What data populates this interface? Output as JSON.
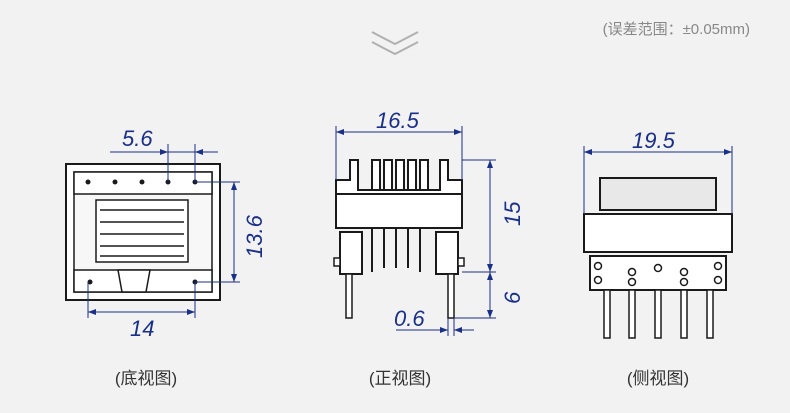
{
  "tolerance_note": "(误差范围：±0.05mm)",
  "views": {
    "bottom": {
      "caption": "(底视图)",
      "dim_width": "5.6",
      "dim_height": "13.6",
      "dim_bottom": "14"
    },
    "front": {
      "caption": "(正视图)",
      "dim_width": "16.5",
      "dim_height": "15",
      "dim_pin_length": "6",
      "dim_pin_width": "0.6"
    },
    "side": {
      "caption": "(侧视图)",
      "dim_width": "19.5"
    }
  },
  "colors": {
    "dimension": "#1a2f8a",
    "outline": "#1a1a1a",
    "fill": "#ffffff",
    "core": "#e8e8e8"
  },
  "icons": {
    "scroll_hint": "double-chevron-down-icon"
  }
}
